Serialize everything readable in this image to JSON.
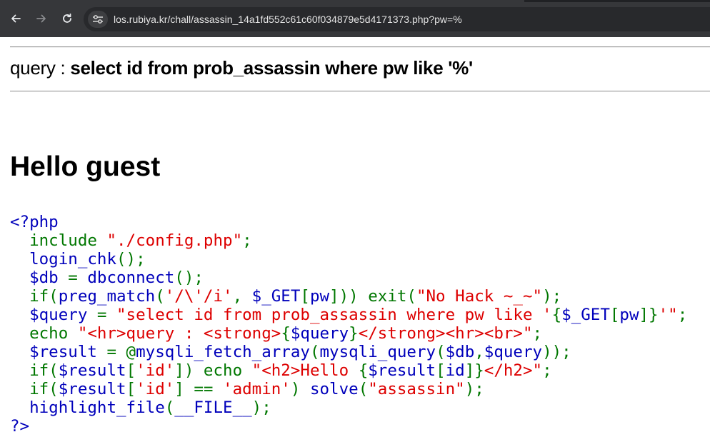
{
  "browser": {
    "url": "los.rubiya.kr/chall/assassin_14a1fd552c61c60f034879e5d4171373.php?pw=%",
    "icons": {
      "back": "back-arrow-icon",
      "forward": "forward-arrow-icon",
      "reload": "reload-icon",
      "site_info": "tune-settings-icon"
    }
  },
  "page": {
    "query_label": "query : ",
    "query_text": "select id from prob_assassin where pw like '%'",
    "greeting": "Hello guest"
  },
  "colors": {
    "chrome_bg": "#36373a",
    "omnibox_bg": "#28292c",
    "php_default": "#0000bb",
    "php_keyword": "#007700",
    "php_string": "#dd0000"
  },
  "source_code": {
    "lines": [
      [
        {
          "t": "<?php",
          "c": "default"
        }
      ],
      [
        {
          "t": "  include ",
          "c": "keyword"
        },
        {
          "t": "\"./config.php\"",
          "c": "string"
        },
        {
          "t": ";",
          "c": "keyword"
        }
      ],
      [
        {
          "t": "  login_chk",
          "c": "default"
        },
        {
          "t": "();",
          "c": "keyword"
        }
      ],
      [
        {
          "t": "  $db ",
          "c": "default"
        },
        {
          "t": "= ",
          "c": "keyword"
        },
        {
          "t": "dbconnect",
          "c": "default"
        },
        {
          "t": "();",
          "c": "keyword"
        }
      ],
      [
        {
          "t": "  if(",
          "c": "keyword"
        },
        {
          "t": "preg_match",
          "c": "default"
        },
        {
          "t": "(",
          "c": "keyword"
        },
        {
          "t": "'/\\'/i'",
          "c": "string"
        },
        {
          "t": ", ",
          "c": "keyword"
        },
        {
          "t": "$_GET",
          "c": "default"
        },
        {
          "t": "[",
          "c": "keyword"
        },
        {
          "t": "pw",
          "c": "default"
        },
        {
          "t": "])) exit(",
          "c": "keyword"
        },
        {
          "t": "\"No Hack ~_~\"",
          "c": "string"
        },
        {
          "t": ");",
          "c": "keyword"
        }
      ],
      [
        {
          "t": "  $query ",
          "c": "default"
        },
        {
          "t": "= ",
          "c": "keyword"
        },
        {
          "t": "\"select id from prob_assassin where pw like '",
          "c": "string"
        },
        {
          "t": "{",
          "c": "keyword"
        },
        {
          "t": "$_GET",
          "c": "default"
        },
        {
          "t": "[",
          "c": "keyword"
        },
        {
          "t": "pw",
          "c": "default"
        },
        {
          "t": "]}",
          "c": "keyword"
        },
        {
          "t": "'\"",
          "c": "string"
        },
        {
          "t": ";",
          "c": "keyword"
        }
      ],
      [
        {
          "t": "  echo ",
          "c": "keyword"
        },
        {
          "t": "\"<hr>query : <strong>",
          "c": "string"
        },
        {
          "t": "{",
          "c": "keyword"
        },
        {
          "t": "$query",
          "c": "default"
        },
        {
          "t": "}",
          "c": "keyword"
        },
        {
          "t": "</strong><hr><br>\"",
          "c": "string"
        },
        {
          "t": ";",
          "c": "keyword"
        }
      ],
      [
        {
          "t": "  $result ",
          "c": "default"
        },
        {
          "t": "= @",
          "c": "keyword"
        },
        {
          "t": "mysqli_fetch_array",
          "c": "default"
        },
        {
          "t": "(",
          "c": "keyword"
        },
        {
          "t": "mysqli_query",
          "c": "default"
        },
        {
          "t": "(",
          "c": "keyword"
        },
        {
          "t": "$db",
          "c": "default"
        },
        {
          "t": ",",
          "c": "keyword"
        },
        {
          "t": "$query",
          "c": "default"
        },
        {
          "t": "));",
          "c": "keyword"
        }
      ],
      [
        {
          "t": "  if(",
          "c": "keyword"
        },
        {
          "t": "$result",
          "c": "default"
        },
        {
          "t": "[",
          "c": "keyword"
        },
        {
          "t": "'id'",
          "c": "string"
        },
        {
          "t": "]) echo ",
          "c": "keyword"
        },
        {
          "t": "\"<h2>Hello ",
          "c": "string"
        },
        {
          "t": "{",
          "c": "keyword"
        },
        {
          "t": "$result",
          "c": "default"
        },
        {
          "t": "[",
          "c": "keyword"
        },
        {
          "t": "id",
          "c": "default"
        },
        {
          "t": "]}",
          "c": "keyword"
        },
        {
          "t": "</h2>\"",
          "c": "string"
        },
        {
          "t": ";",
          "c": "keyword"
        }
      ],
      [
        {
          "t": "  if(",
          "c": "keyword"
        },
        {
          "t": "$result",
          "c": "default"
        },
        {
          "t": "[",
          "c": "keyword"
        },
        {
          "t": "'id'",
          "c": "string"
        },
        {
          "t": "] == ",
          "c": "keyword"
        },
        {
          "t": "'admin'",
          "c": "string"
        },
        {
          "t": ") ",
          "c": "keyword"
        },
        {
          "t": "solve",
          "c": "default"
        },
        {
          "t": "(",
          "c": "keyword"
        },
        {
          "t": "\"assassin\"",
          "c": "string"
        },
        {
          "t": ");",
          "c": "keyword"
        }
      ],
      [
        {
          "t": "  highlight_file",
          "c": "default"
        },
        {
          "t": "(",
          "c": "keyword"
        },
        {
          "t": "__FILE__",
          "c": "default"
        },
        {
          "t": ");",
          "c": "keyword"
        }
      ],
      [
        {
          "t": "?>",
          "c": "default"
        }
      ]
    ]
  }
}
